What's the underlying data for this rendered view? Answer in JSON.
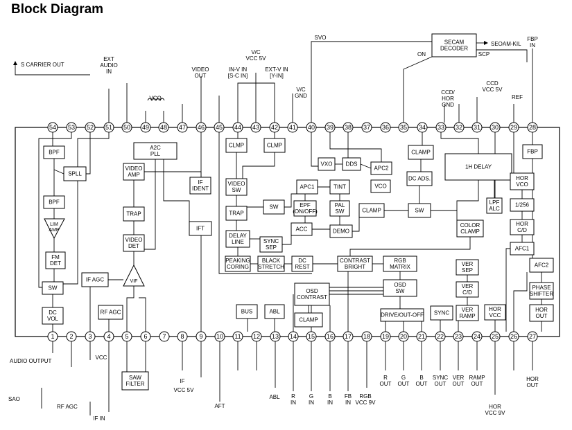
{
  "title": "Block Diagram",
  "top_pins": [
    "54",
    "53",
    "52",
    "51",
    "50",
    "49",
    "48",
    "47",
    "46",
    "45",
    "44",
    "43",
    "42",
    "41",
    "40",
    "39",
    "38",
    "37",
    "36",
    "35",
    "34",
    "33",
    "32",
    "31",
    "30",
    "29",
    "28"
  ],
  "bottom_pins": [
    "1",
    "2",
    "3",
    "4",
    "5",
    "6",
    "7",
    "8",
    "9",
    "10",
    "11",
    "12",
    "13",
    "14",
    "15",
    "16",
    "17",
    "18",
    "19",
    "20",
    "21",
    "22",
    "23",
    "24",
    "25",
    "26",
    "27"
  ],
  "blocks": [
    {
      "id": "bpf1",
      "lines": [
        "BPF"
      ]
    },
    {
      "id": "spll",
      "lines": [
        "SPLL"
      ]
    },
    {
      "id": "bpf2",
      "lines": [
        "BPF"
      ]
    },
    {
      "id": "lim-amp",
      "lines": [
        "LIM",
        "AMP"
      ]
    },
    {
      "id": "fm-det",
      "lines": [
        "FM",
        "DET"
      ]
    },
    {
      "id": "sw-audio",
      "lines": [
        "SW"
      ]
    },
    {
      "id": "dc-vol",
      "lines": [
        "DC",
        "VOL"
      ]
    },
    {
      "id": "a2c-pll",
      "lines": [
        "A2C",
        "PLL"
      ]
    },
    {
      "id": "video-amp",
      "lines": [
        "VIDEO",
        "AMP"
      ]
    },
    {
      "id": "trap1",
      "lines": [
        "TRAP"
      ]
    },
    {
      "id": "video-det",
      "lines": [
        "VIDEO",
        "DET"
      ]
    },
    {
      "id": "if-agc",
      "lines": [
        "IF AGC"
      ]
    },
    {
      "id": "rf-agc",
      "lines": [
        "RF AGC"
      ]
    },
    {
      "id": "vif",
      "lines": [
        "VIF"
      ]
    },
    {
      "id": "if-ident",
      "lines": [
        "IF",
        "IDENT"
      ]
    },
    {
      "id": "ift",
      "lines": [
        "IFT"
      ]
    },
    {
      "id": "clmp1",
      "lines": [
        "CLMP"
      ]
    },
    {
      "id": "clmp2",
      "lines": [
        "CLMP"
      ]
    },
    {
      "id": "video-sw",
      "lines": [
        "VIDEO",
        "SW"
      ]
    },
    {
      "id": "trap2",
      "lines": [
        "TRAP"
      ]
    },
    {
      "id": "sw-mid",
      "lines": [
        "SW"
      ]
    },
    {
      "id": "delay-line",
      "lines": [
        "DELAY",
        "LINE"
      ]
    },
    {
      "id": "sync-sep",
      "lines": [
        "SYNC",
        "SEP"
      ]
    },
    {
      "id": "peaking-coring",
      "lines": [
        "PEAKING",
        "CORING"
      ]
    },
    {
      "id": "black-stretch",
      "lines": [
        "BLACK",
        "STRETCH"
      ]
    },
    {
      "id": "dc-rest",
      "lines": [
        "DC",
        "REST"
      ]
    },
    {
      "id": "vxo",
      "lines": [
        "VXO"
      ]
    },
    {
      "id": "dds",
      "lines": [
        "DDS"
      ]
    },
    {
      "id": "apc2",
      "lines": [
        "APC2"
      ]
    },
    {
      "id": "apc1",
      "lines": [
        "APC1"
      ]
    },
    {
      "id": "tint",
      "lines": [
        "TINT"
      ]
    },
    {
      "id": "vco-chroma",
      "lines": [
        "VCO"
      ]
    },
    {
      "id": "epf",
      "lines": [
        "EPF",
        "(ON/OFF)"
      ]
    },
    {
      "id": "pal-sw",
      "lines": [
        "PAL",
        "SW"
      ]
    },
    {
      "id": "acc",
      "lines": [
        "ACC"
      ]
    },
    {
      "id": "demo",
      "lines": [
        "DEMO"
      ]
    },
    {
      "id": "clamp-mid",
      "lines": [
        "CLAMP"
      ]
    },
    {
      "id": "clamp-top",
      "lines": [
        "CLAMP"
      ]
    },
    {
      "id": "dc-ads",
      "lines": [
        "DC ADS."
      ]
    },
    {
      "id": "sw-right",
      "lines": [
        "SW"
      ]
    },
    {
      "id": "1h-delay",
      "lines": [
        "1H DELAY"
      ]
    },
    {
      "id": "lpf-alc",
      "lines": [
        "LPF",
        "ALC"
      ]
    },
    {
      "id": "color-clamp",
      "lines": [
        "COLOR",
        "CLAMP"
      ]
    },
    {
      "id": "contrast-bright",
      "lines": [
        "CONTRAST",
        "BRIGHT"
      ]
    },
    {
      "id": "rgb-matrix",
      "lines": [
        "RGB",
        "MATRIX"
      ]
    },
    {
      "id": "osd-contrast",
      "lines": [
        "OSD",
        "CONTRAST"
      ]
    },
    {
      "id": "osd-sw",
      "lines": [
        "OSD",
        "SW"
      ]
    },
    {
      "id": "clamp-osd",
      "lines": [
        "CLAMP"
      ]
    },
    {
      "id": "bus",
      "lines": [
        "BUS"
      ]
    },
    {
      "id": "abl",
      "lines": [
        "ABL"
      ]
    },
    {
      "id": "drive-out-off",
      "lines": [
        "DRIVE/OUT-OFF"
      ]
    },
    {
      "id": "sync-blk",
      "lines": [
        "SYNC"
      ]
    },
    {
      "id": "ver-sep",
      "lines": [
        "VER",
        "SEP"
      ]
    },
    {
      "id": "ver-cd",
      "lines": [
        "VER",
        "C/D"
      ]
    },
    {
      "id": "ver-ramp",
      "lines": [
        "VER",
        "RAMP"
      ]
    },
    {
      "id": "hor-vcc",
      "lines": [
        "HOR",
        "VCC"
      ]
    },
    {
      "id": "fbp",
      "lines": [
        "FBP"
      ]
    },
    {
      "id": "hor-vco",
      "lines": [
        "HOR",
        "VCO"
      ]
    },
    {
      "id": "div256",
      "lines": [
        "1/256"
      ]
    },
    {
      "id": "hor-cd",
      "lines": [
        "HOR",
        "C/D"
      ]
    },
    {
      "id": "afc1",
      "lines": [
        "AFC1"
      ]
    },
    {
      "id": "afc2",
      "lines": [
        "AFC2"
      ]
    },
    {
      "id": "phase-shifter",
      "lines": [
        "PHASE",
        "SHIFTER"
      ]
    },
    {
      "id": "hor-out-blk",
      "lines": [
        "HOR",
        "OUT"
      ]
    },
    {
      "id": "secam-decoder",
      "lines": [
        "SECAM",
        "DECODER"
      ]
    },
    {
      "id": "saw-filter",
      "lines": [
        "SAW",
        "FILTER"
      ]
    },
    {
      "id": "vco-ext",
      "lines": [
        "VCO"
      ]
    }
  ],
  "labels": [
    {
      "id": "s-carrier-out",
      "text": "S CARRIER OUT"
    },
    {
      "id": "ext-audio-in",
      "lines": [
        "EXT",
        "AUDIO",
        "IN"
      ]
    },
    {
      "id": "video-out",
      "lines": [
        "VIDEO",
        "OUT"
      ]
    },
    {
      "id": "vc-vcc5v",
      "lines": [
        "V/C",
        "VCC 5V"
      ]
    },
    {
      "id": "in-v-in",
      "lines": [
        "IN-V IN",
        "[S-C IN]"
      ]
    },
    {
      "id": "ext-v-in",
      "lines": [
        "EXT-V IN",
        "[Y-IN]"
      ]
    },
    {
      "id": "vc-gnd",
      "lines": [
        "V/C",
        "GND"
      ]
    },
    {
      "id": "svo",
      "text": "SVO"
    },
    {
      "id": "on",
      "text": "ON"
    },
    {
      "id": "seoam-kil",
      "text": "SEOAM-KIL"
    },
    {
      "id": "scp",
      "text": "SCP"
    },
    {
      "id": "fbp-in",
      "lines": [
        "FBP",
        "IN"
      ]
    },
    {
      "id": "ccd-vcc5v",
      "lines": [
        "CCD",
        "VCC 5V"
      ]
    },
    {
      "id": "ccd-hor-gnd",
      "lines": [
        "CCD/",
        "HOR",
        "GND"
      ]
    },
    {
      "id": "ref",
      "text": "REF"
    },
    {
      "id": "audio-output",
      "text": "AUDIO OUTPUT"
    },
    {
      "id": "sao",
      "text": "SAO"
    },
    {
      "id": "rf-agc-out",
      "text": "RF AGC"
    },
    {
      "id": "vcc",
      "text": "VCC"
    },
    {
      "id": "if-in",
      "text": "IF IN"
    },
    {
      "id": "if",
      "text": "IF"
    },
    {
      "id": "vcc5v-bottom",
      "text": "VCC 5V"
    },
    {
      "id": "aft",
      "text": "AFT"
    },
    {
      "id": "abl-in",
      "text": "ABL"
    },
    {
      "id": "r-in",
      "lines": [
        "R",
        "IN"
      ]
    },
    {
      "id": "g-in",
      "lines": [
        "G",
        "IN"
      ]
    },
    {
      "id": "b-in",
      "lines": [
        "B",
        "IN"
      ]
    },
    {
      "id": "fb-in",
      "lines": [
        "FB",
        "IN"
      ]
    },
    {
      "id": "rgb-vcc9v",
      "lines": [
        "RGB",
        "VCC 9V"
      ]
    },
    {
      "id": "r-out",
      "lines": [
        "R",
        "OUT"
      ]
    },
    {
      "id": "g-out",
      "lines": [
        "G",
        "OUT"
      ]
    },
    {
      "id": "b-out",
      "lines": [
        "B",
        "OUT"
      ]
    },
    {
      "id": "sync-out",
      "lines": [
        "SYNC",
        "OUT"
      ]
    },
    {
      "id": "ver-out",
      "lines": [
        "VER",
        "OUT"
      ]
    },
    {
      "id": "ramp-out",
      "lines": [
        "RAMP",
        "OUT"
      ]
    },
    {
      "id": "hor-vcc9v",
      "lines": [
        "HOR",
        "VCC 9V"
      ]
    },
    {
      "id": "hor-out",
      "lines": [
        "HOR",
        "OUT"
      ]
    }
  ]
}
